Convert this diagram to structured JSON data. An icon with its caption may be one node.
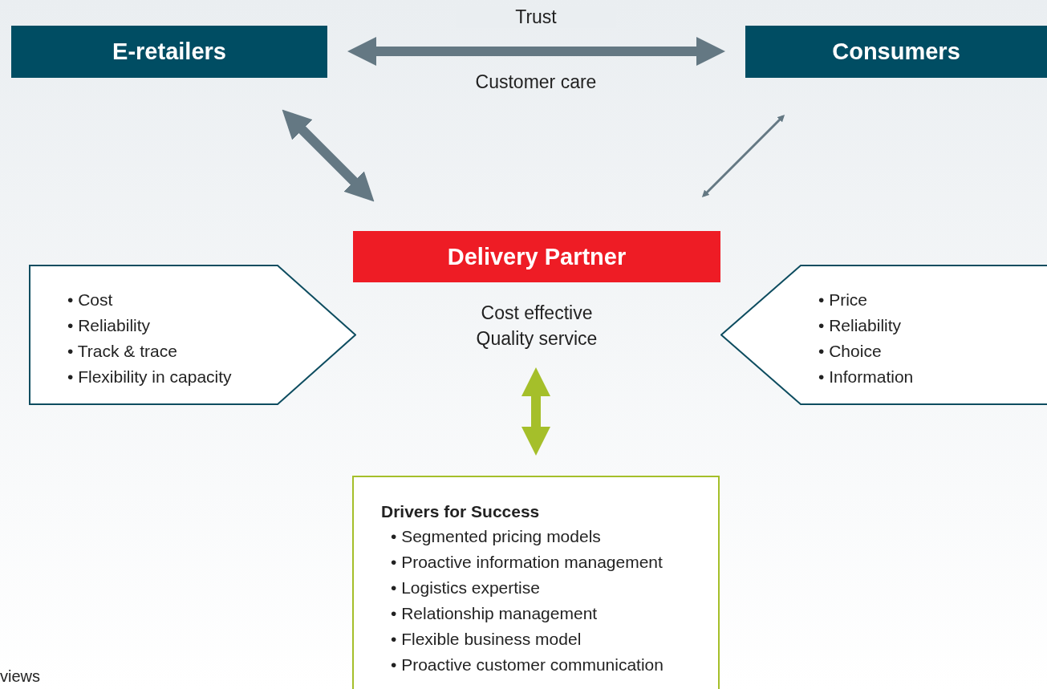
{
  "diagram": {
    "nodes": [
      {
        "text": [
          "E-retailers"
        ]
      },
      {
        "text": [
          "Consumers"
        ]
      },
      {
        "text": [
          "Delivery Partner"
        ],
        "beside": [
          "Cost effective",
          "Quality service"
        ]
      },
      {
        "text": [
          "• Cost",
          "• Reliability",
          "• Track & trace",
          "• Flexibility in capacity"
        ]
      },
      {
        "text": [
          "• Price",
          "• Reliability",
          "• Choice",
          "• Information"
        ]
      },
      {
        "text": [
          "Drivers for Success",
          "• Segmented pricing models",
          "• Proactive information management",
          "• Logistics expertise",
          "• Relationship management",
          "• Flexible business model",
          "• Proactive customer communication"
        ]
      }
    ],
    "edges": [
      {
        "from": 0,
        "to": 1,
        "arrow": "both",
        "label": "Trust"
      },
      {
        "from": 0,
        "to": 2,
        "arrow": "both"
      },
      {
        "from": 1,
        "to": 2,
        "arrow": "both"
      },
      {
        "from": 2,
        "to": 5,
        "arrow": "both",
        "color": "#a5bf2a"
      }
    ],
    "labels": [
      "Customer care",
      "views"
    ]
  }
}
